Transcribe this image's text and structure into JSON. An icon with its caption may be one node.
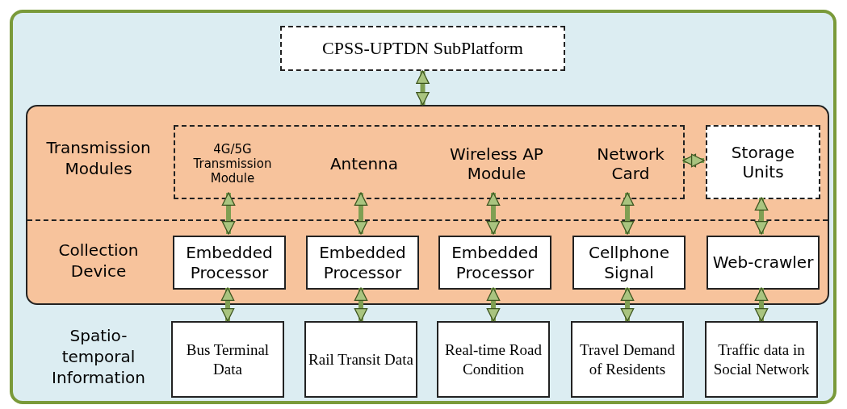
{
  "diagram": {
    "nodes": [
      {
        "text": [
          "CPSS-UPTDN SubPlatform"
        ]
      },
      {
        "text": [
          "Transmission Modules",
          "Collection Device"
        ]
      },
      {
        "text": [],
        "shape": "box",
        "in": 1
      },
      {
        "text": [
          "4G/5G Transmission Module"
        ],
        "in": 2
      },
      {
        "text": [
          "Antenna"
        ],
        "in": 2
      },
      {
        "text": [
          "Wireless AP Module"
        ],
        "in": 2
      },
      {
        "text": [
          "Network Card"
        ],
        "in": 2
      },
      {
        "text": [
          "Storage Units"
        ],
        "in": 1
      },
      {
        "text": [
          "Embedded Processor"
        ],
        "in": 1
      },
      {
        "text": [
          "Embedded Processor"
        ],
        "in": 1
      },
      {
        "text": [
          "Embedded Processor"
        ],
        "in": 1
      },
      {
        "text": [
          "Cellphone Signal"
        ],
        "in": 1
      },
      {
        "text": [
          "Web-crawler"
        ],
        "in": 1
      },
      {
        "text": [
          "Bus Terminal Data"
        ]
      },
      {
        "text": [
          "Rail Transit Data"
        ]
      },
      {
        "text": [
          "Real-time Road Condition"
        ]
      },
      {
        "text": [
          "Travel Demand of Residents"
        ]
      },
      {
        "text": [
          "Traffic data in Social Network"
        ]
      }
    ],
    "edges": [
      {
        "from": 0,
        "to": 1,
        "arrow": "both"
      },
      {
        "from": 2,
        "to": 7,
        "arrow": "both"
      },
      {
        "from": 3,
        "to": 8,
        "arrow": "both"
      },
      {
        "from": 4,
        "to": 9,
        "arrow": "both"
      },
      {
        "from": 5,
        "to": 10,
        "arrow": "both"
      },
      {
        "from": 6,
        "to": 11,
        "arrow": "both"
      },
      {
        "from": 7,
        "to": 12,
        "arrow": "both"
      },
      {
        "from": 8,
        "to": 13,
        "arrow": "both"
      },
      {
        "from": 9,
        "to": 14,
        "arrow": "both"
      },
      {
        "from": 10,
        "to": 15,
        "arrow": "both"
      },
      {
        "from": 11,
        "to": 16,
        "arrow": "both"
      },
      {
        "from": 12,
        "to": 17,
        "arrow": "both"
      }
    ],
    "labels": [
      "Spatio-temporal Information"
    ]
  }
}
